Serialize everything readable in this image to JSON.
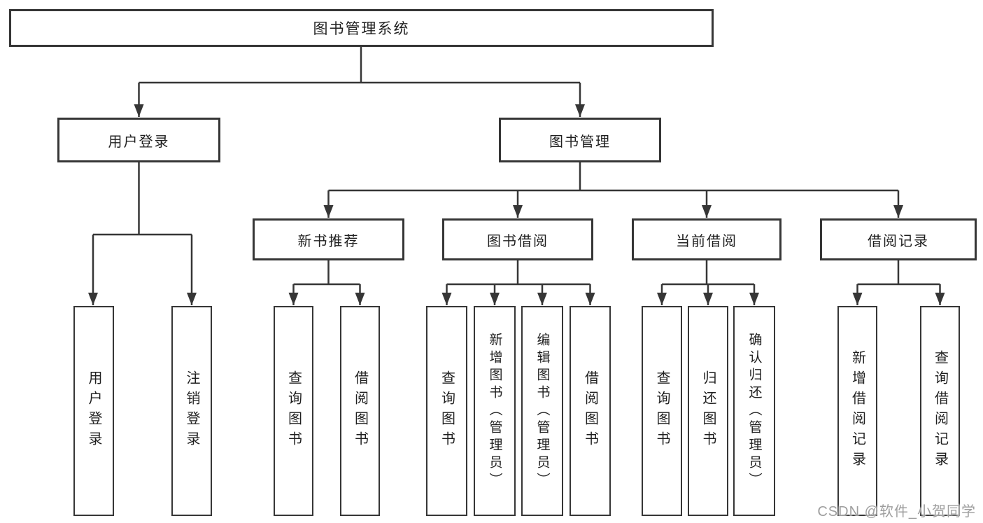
{
  "diagram": {
    "type": "hierarchy-flowchart",
    "nodes": {
      "root": {
        "label": "图书管理系统"
      },
      "level2": [
        {
          "label": "用户登录",
          "parent": "图书管理系统"
        },
        {
          "label": "图书管理",
          "parent": "图书管理系统"
        }
      ],
      "level3": [
        {
          "label": "新书推荐",
          "parent": "图书管理"
        },
        {
          "label": "图书借阅",
          "parent": "图书管理"
        },
        {
          "label": "当前借阅",
          "parent": "图书管理"
        },
        {
          "label": "借阅记录",
          "parent": "图书管理"
        }
      ],
      "leaves": [
        {
          "label": "用户登录",
          "parent": "用户登录"
        },
        {
          "label": "注销登录",
          "parent": "用户登录"
        },
        {
          "label": "查询图书",
          "parent": "新书推荐"
        },
        {
          "label": "借阅图书",
          "parent": "新书推荐"
        },
        {
          "label": "查询图书",
          "parent": "图书借阅"
        },
        {
          "label": "新增图书（管理员）",
          "parent": "图书借阅"
        },
        {
          "label": "编辑图书（管理员）",
          "parent": "图书借阅"
        },
        {
          "label": "借阅图书",
          "parent": "图书借阅"
        },
        {
          "label": "查询图书",
          "parent": "当前借阅"
        },
        {
          "label": "归还图书",
          "parent": "当前借阅"
        },
        {
          "label": "确认归还（管理员）",
          "parent": "当前借阅"
        },
        {
          "label": "新增借阅记录",
          "parent": "借阅记录"
        },
        {
          "label": "查询借阅记录",
          "parent": "借阅记录"
        }
      ]
    },
    "colors": {
      "background": "#ffffff",
      "box_border": "#363636",
      "connector": "#363636",
      "text": "#1f1f1f"
    }
  },
  "watermark": {
    "text": "CSDN @软件_小贺同学",
    "color": "#9e9e9e"
  }
}
